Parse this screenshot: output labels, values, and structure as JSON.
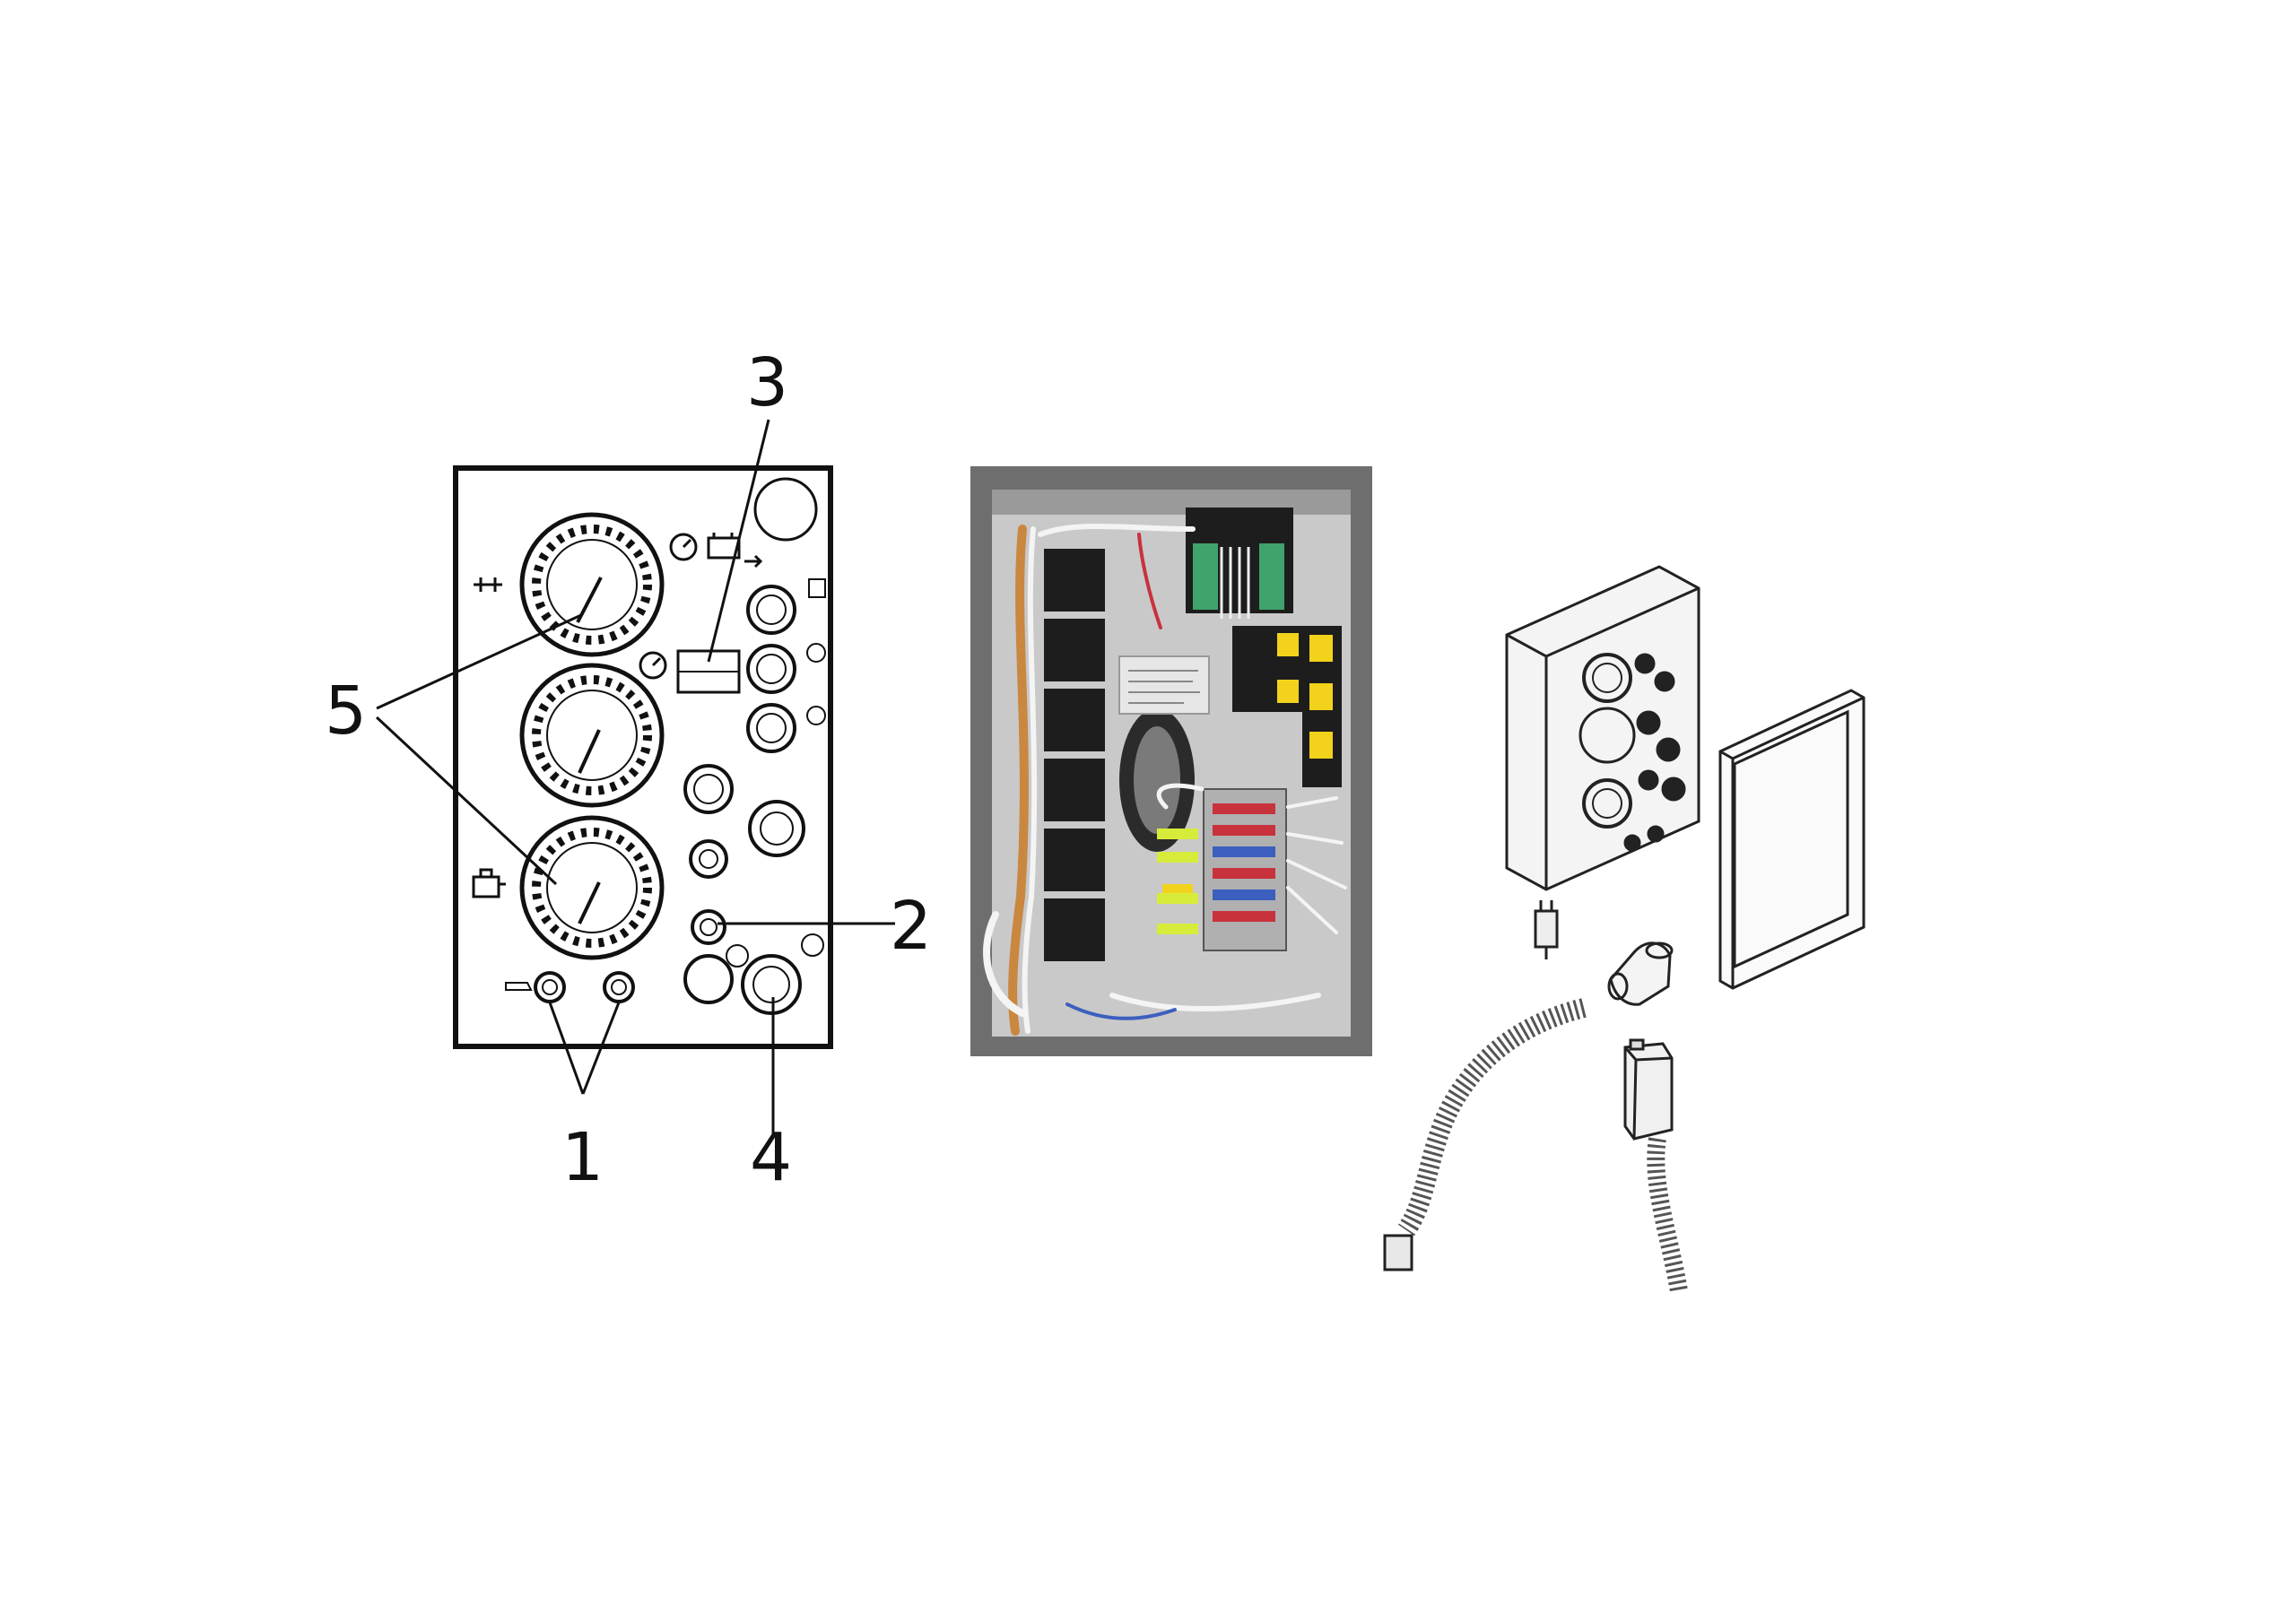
{
  "figure": {
    "callouts": [
      "1",
      "2",
      "3",
      "4",
      "5"
    ]
  },
  "colors": {
    "line": "#111111",
    "panel_face": "#ffffff",
    "photo_frame": "#6e6e6e",
    "photo_interior": "#c9c9c9",
    "relay_black": "#1d1d1d",
    "terminal_green": "#3fa36b",
    "fuse_yellow": "#f2d21b",
    "wire_white": "#f4f4f4",
    "wire_orange": "#c9873f",
    "wire_red": "#c8323c",
    "wire_blue": "#3c5fbf",
    "wire_lime": "#d7ec3a",
    "illustration_gray": "#8a8a8a"
  },
  "icons": {
    "panel_symbols": [
      "fuel-icon",
      "battery-icon",
      "gauge-icon",
      "horn-icon",
      "lamp-icon",
      "key-icon",
      "fan-icon",
      "engine-icon"
    ],
    "kit_parts": [
      "control-box-icon",
      "gasket-frame-icon",
      "relay-plug-icon",
      "elbow-fitting-icon",
      "conduit-hose-icon",
      "connector-housing-icon"
    ]
  }
}
